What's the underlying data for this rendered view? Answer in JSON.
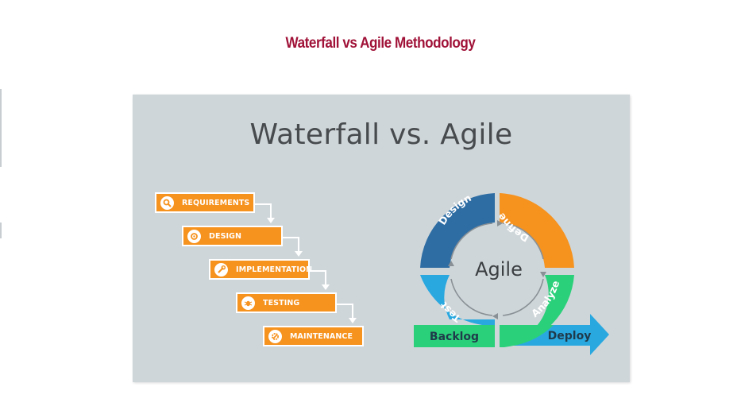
{
  "page": {
    "title": "Waterfall vs Agile Methodology"
  },
  "figure": {
    "title": "Waterfall vs. Agile",
    "waterfall": {
      "steps": [
        {
          "label": "REQUIREMENTS",
          "icon": "magnifier-icon"
        },
        {
          "label": "DESIGN",
          "icon": "gear-icon"
        },
        {
          "label": "IMPLEMENTATION",
          "icon": "wrench-icon"
        },
        {
          "label": "TESTING",
          "icon": "bug-icon"
        },
        {
          "label": "MAINTENANCE",
          "icon": "settings-icon"
        }
      ]
    },
    "agile": {
      "center": "Agile",
      "segments": {
        "design": "Design",
        "define": "Define",
        "analyze": "Analyze",
        "test": "Test"
      },
      "backlog": "Backlog",
      "deploy": "Deploy"
    }
  },
  "colors": {
    "title": "#a01238",
    "panel_bg": "#cfd6d9",
    "orange": "#f6921e",
    "dark_blue": "#2e6da4",
    "light_blue": "#29a8e0",
    "green": "#2bd07a",
    "text_dark": "#474b4e"
  }
}
